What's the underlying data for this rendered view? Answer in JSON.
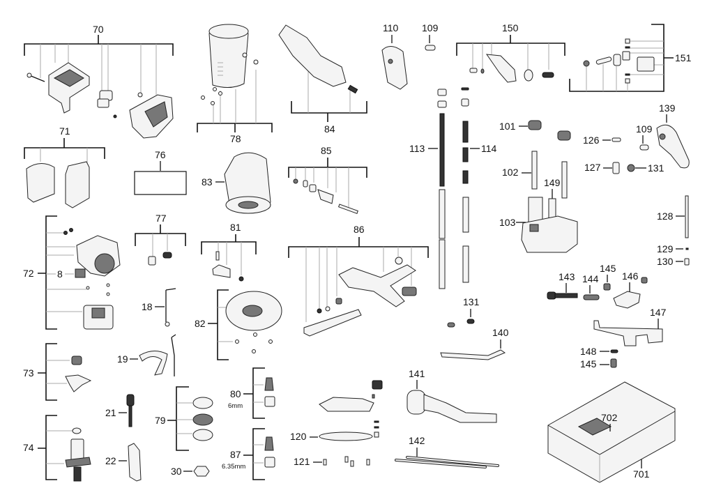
{
  "diagram": {
    "type": "exploded-parts-diagram",
    "subject": "router",
    "labels": {
      "p70": "70",
      "p71": "71",
      "p72": "72",
      "p8": "8",
      "p73": "73",
      "p74": "74",
      "p76": "76",
      "p77": "77",
      "p18": "18",
      "p19": "19",
      "p21": "21",
      "p22": "22",
      "p79": "79",
      "p30": "30",
      "p78": "78",
      "p83": "83",
      "p81": "81",
      "p82": "82",
      "p80": "80",
      "p80_note": "6mm",
      "p87": "87",
      "p87_note": "6.35mm",
      "p84": "84",
      "p85": "85",
      "p86": "86",
      "p110": "110",
      "p109a": "109",
      "p113": "113",
      "p114": "114",
      "p150": "150",
      "p151": "151",
      "p101": "101",
      "p102": "102",
      "p103": "103",
      "p149": "149",
      "p126": "126",
      "p127": "127",
      "p131a": "131",
      "p109b": "109",
      "p139": "139",
      "p128": "128",
      "p129": "129",
      "p130": "130",
      "p143": "143",
      "p144": "144",
      "p145a": "145",
      "p146": "146",
      "p147": "147",
      "p148": "148",
      "p145b": "145",
      "p131b": "131",
      "p140": "140",
      "p141": "141",
      "p120": "120",
      "p121": "121",
      "p142": "142",
      "p702": "702",
      "p701": "701"
    }
  }
}
